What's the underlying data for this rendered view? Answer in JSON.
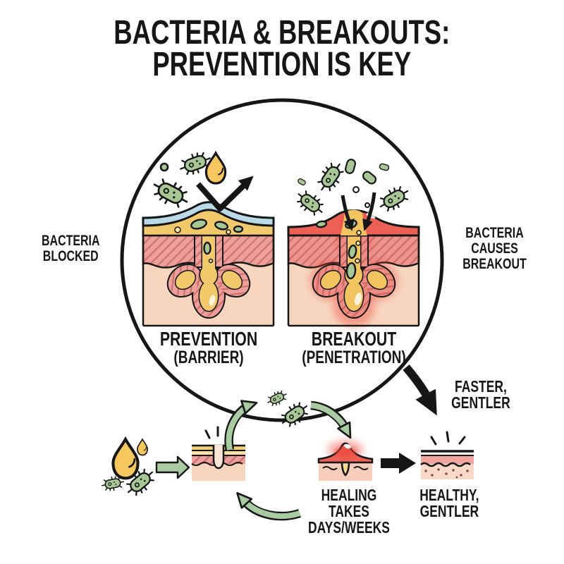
{
  "title": {
    "line1": "BACTERIA & BREAKOUTS:",
    "line2": "PREVENTION IS KEY"
  },
  "comparison": {
    "left": {
      "label": "PREVENTION",
      "sublabel": "(BARRIER)",
      "side_note_lines": [
        "BACTERIA",
        "BLOCKED"
      ]
    },
    "right": {
      "label": "BREAKOUT",
      "sublabel": "(PENETRATION)",
      "side_note_lines": [
        "BACTERIA",
        "CAUSES",
        "BREAKOUT"
      ]
    }
  },
  "shortcut": {
    "lines": [
      "FASTER,",
      "GENTLER"
    ]
  },
  "cycle": {
    "healing_lines": [
      "HEALING TAKES",
      "DAYS/WEEKS"
    ],
    "healthy_lines": [
      "HEALTHY,",
      "GENTLER"
    ]
  },
  "icons": [
    "bacteria-icon",
    "oil-drop-icon",
    "bounce-arrow-icon",
    "penetration-arrow-icon",
    "shortcut-arrow-icon",
    "cycle-arrow-icon",
    "burst-icon",
    "sparkle-icon"
  ],
  "colors": {
    "ink": "#161616",
    "bacteria_green": "#a7c795",
    "arrow_green": "#a9cba2",
    "oil_yellow": "#f5c75e",
    "sebum_yellow": "#f1c96b",
    "barrier_blue": "#bad9e9",
    "dermis_pink": "#ef9f9b",
    "flesh": "#f7d5bf",
    "inflamed_red": "#ec6055",
    "glow_red": "#f04437",
    "hatch_red": "#a8463f"
  }
}
